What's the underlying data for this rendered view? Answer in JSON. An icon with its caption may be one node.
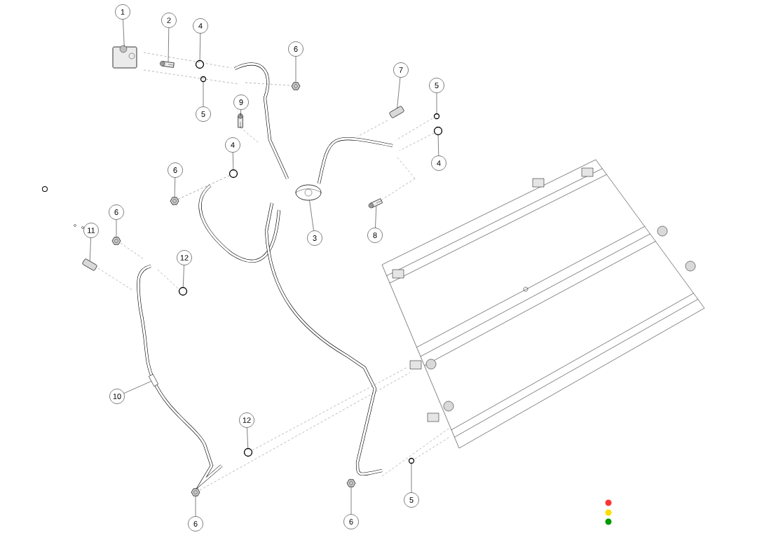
{
  "diagram": {
    "nodes": [
      {
        "text": [
          "1"
        ]
      },
      {
        "text": [],
        "shape": "picture"
      },
      {
        "text": [
          "2"
        ]
      },
      {
        "text": [],
        "shape": "picture"
      },
      {
        "text": [
          "4"
        ]
      },
      {
        "text": [],
        "shape": "picture"
      },
      {
        "text": [
          "6"
        ]
      },
      {
        "text": [],
        "shape": "picture"
      },
      {
        "text": [
          "5"
        ]
      },
      {
        "text": [],
        "shape": "picture"
      },
      {
        "text": [
          "9"
        ]
      },
      {
        "text": [],
        "shape": "picture"
      },
      {
        "text": [
          "7"
        ]
      },
      {
        "text": [],
        "shape": "picture"
      },
      {
        "text": [
          "5"
        ]
      },
      {
        "text": [],
        "shape": "picture"
      },
      {
        "text": [
          "4"
        ]
      },
      {
        "text": [],
        "shape": "picture"
      },
      {
        "text": [
          "4"
        ]
      },
      {
        "text": [],
        "shape": "picture"
      },
      {
        "text": [
          "6"
        ]
      },
      {
        "text": [],
        "shape": "picture"
      },
      {
        "text": [
          "3"
        ]
      },
      {
        "text": [],
        "shape": "picture"
      },
      {
        "text": [
          "8"
        ]
      },
      {
        "text": [],
        "shape": "picture"
      },
      {
        "text": [
          "6"
        ]
      },
      {
        "text": [],
        "shape": "picture"
      },
      {
        "text": [
          "11"
        ]
      },
      {
        "text": [],
        "shape": "picture"
      },
      {
        "text": [
          "12"
        ]
      },
      {
        "text": [],
        "shape": "picture"
      },
      {
        "text": [
          "10"
        ]
      },
      {
        "text": [],
        "shape": "bar"
      },
      {
        "text": [
          "12"
        ]
      },
      {
        "text": [],
        "shape": "picture"
      },
      {
        "text": [
          "6"
        ]
      },
      {
        "text": [],
        "shape": "picture"
      },
      {
        "text": [
          "6"
        ]
      },
      {
        "text": [],
        "shape": "picture"
      },
      {
        "text": [
          "5"
        ]
      },
      {
        "text": [],
        "shape": "picture"
      }
    ],
    "edges": [
      {
        "from": 0,
        "to": 1,
        "arrow": "none"
      },
      {
        "from": 2,
        "to": 3,
        "arrow": "none"
      },
      {
        "from": 4,
        "to": 5,
        "arrow": "none"
      },
      {
        "from": 6,
        "to": 7,
        "arrow": "none"
      },
      {
        "from": 8,
        "to": 9,
        "arrow": "none"
      },
      {
        "from": 10,
        "to": 11,
        "arrow": "none"
      },
      {
        "from": 12,
        "to": 13,
        "arrow": "none"
      },
      {
        "from": 14,
        "to": 15,
        "arrow": "none"
      },
      {
        "from": 16,
        "to": 17,
        "arrow": "none"
      },
      {
        "from": 18,
        "to": 19,
        "arrow": "none"
      },
      {
        "from": 20,
        "to": 21,
        "arrow": "none"
      },
      {
        "from": 22,
        "to": 23,
        "arrow": "none"
      },
      {
        "from": 24,
        "to": 25,
        "arrow": "none"
      },
      {
        "from": 26,
        "to": 27,
        "arrow": "none"
      },
      {
        "from": 28,
        "to": 29,
        "arrow": "none"
      },
      {
        "from": 30,
        "to": 31,
        "arrow": "none"
      },
      {
        "from": 32,
        "to": 33,
        "arrow": "none"
      },
      {
        "from": 34,
        "to": 35,
        "arrow": "none"
      },
      {
        "from": 36,
        "to": 37,
        "arrow": "none"
      },
      {
        "from": 38,
        "to": 39,
        "arrow": "none"
      },
      {
        "from": 40,
        "to": 41,
        "arrow": "none"
      },
      {
        "from": 21,
        "to": 19,
        "arrow": "none",
        "style": "dashed"
      }
    ]
  }
}
